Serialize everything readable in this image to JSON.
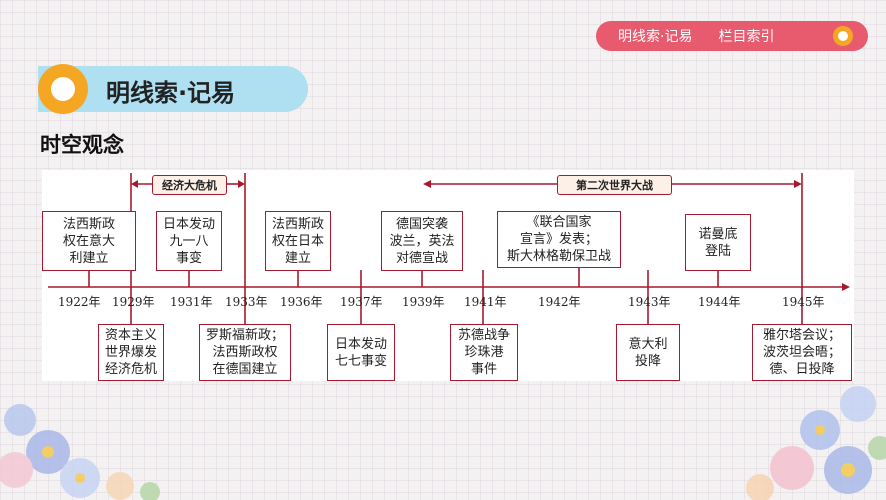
{
  "nav": {
    "current": "明线索·记易",
    "index": "栏目索引",
    "pill_color": "#e85a6e"
  },
  "section": {
    "title": "明线索·记易",
    "subtitle": "时空观念"
  },
  "timeline": {
    "periods": [
      {
        "label": "经济大危机"
      },
      {
        "label": "第二次世界大战"
      }
    ],
    "years": [
      "1922年",
      "1929年",
      "1931年",
      "1933年",
      "1936年",
      "1937年",
      "1939年",
      "1941年",
      "1942年",
      "1943年",
      "1944年",
      "1945年"
    ],
    "events_above": [
      {
        "text": "法西斯政\n权在意大\n利建立"
      },
      {
        "text": "日本发动\n九一八\n事变"
      },
      {
        "text": "法西斯政\n权在日本\n建立"
      },
      {
        "text": "德国突袭\n波兰，英法\n对德宣战"
      },
      {
        "text": "《联合国家\n宣言》发表；\n斯大林格勒保卫战"
      },
      {
        "text": "诺曼底\n登陆"
      }
    ],
    "events_below": [
      {
        "text": "资本主义\n世界爆发\n经济危机"
      },
      {
        "text": "罗斯福新政；\n法西斯政权\n在德国建立"
      },
      {
        "text": "日本发动\n七七事变"
      },
      {
        "text": "苏德战争\n珍珠港\n事件"
      },
      {
        "text": "意大利\n投降"
      },
      {
        "text": "雅尔塔会议；\n波茨坦会晤；\n德、日投降"
      }
    ],
    "accent_color": "#a6192e"
  }
}
